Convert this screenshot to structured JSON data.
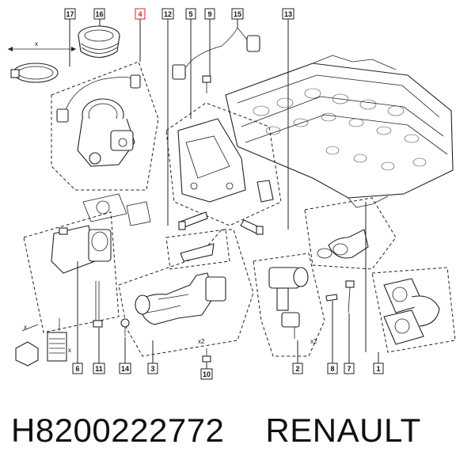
{
  "callouts": {
    "c17": "17",
    "c16": "16",
    "c4": "4",
    "c12": "12",
    "c5": "5",
    "c9": "9",
    "c15": "15",
    "c13": "13",
    "c6": "6",
    "c11": "11",
    "c14": "14",
    "c3": "3",
    "c10": "10",
    "c2": "2",
    "c8": "8",
    "c7": "7",
    "c1": "1"
  },
  "qty_labels": {
    "q1": "x2",
    "q2": "x2"
  },
  "axis_labels": {
    "a1": "x",
    "a2": "x",
    "a3": "x"
  },
  "highlight_color": "#d8222a",
  "caption": {
    "part_number": "H8200222772",
    "brand": "RENAULT"
  }
}
